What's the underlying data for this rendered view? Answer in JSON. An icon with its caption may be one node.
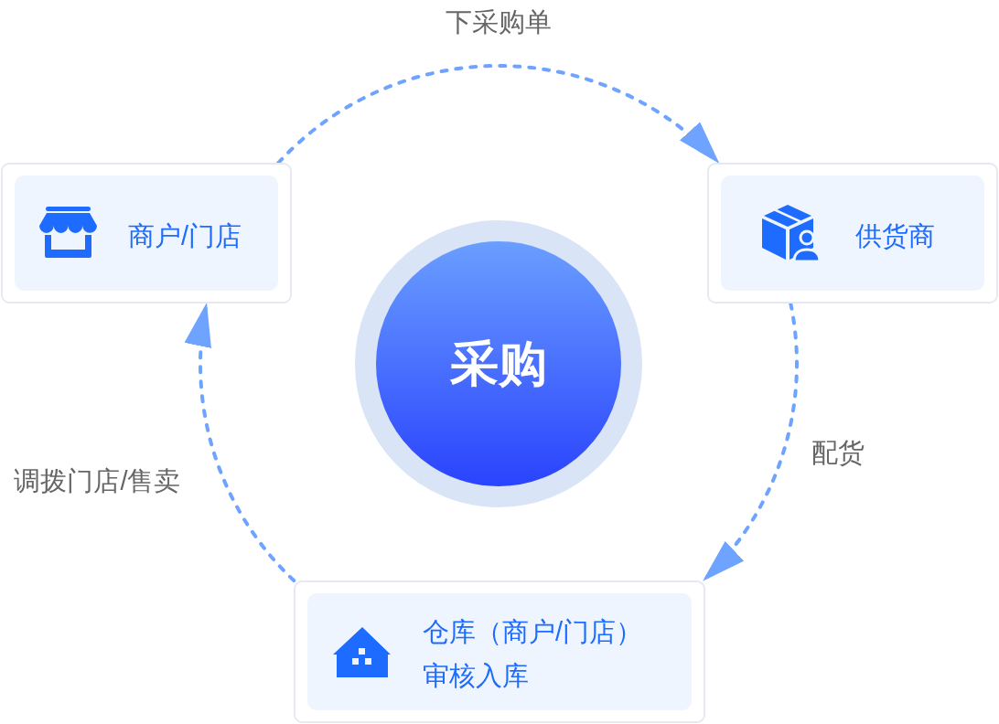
{
  "diagram": {
    "nodes": [
      {
        "text": [
          "商户/门店"
        ]
      },
      {
        "text": [
          "供货商"
        ]
      },
      {
        "text": [
          "采购"
        ]
      },
      {
        "text": [
          "仓库（商户/门店）",
          "审核入库"
        ]
      }
    ],
    "edges": [
      {
        "from": 0,
        "to": 1,
        "arrow": "to",
        "label": "下采购单",
        "style": "dashed"
      },
      {
        "from": 1,
        "to": 3,
        "arrow": "to",
        "label": "配货",
        "style": "dashed"
      },
      {
        "from": 3,
        "to": 0,
        "arrow": "to",
        "label": "调拨门店/售卖",
        "style": "dashed"
      }
    ]
  }
}
